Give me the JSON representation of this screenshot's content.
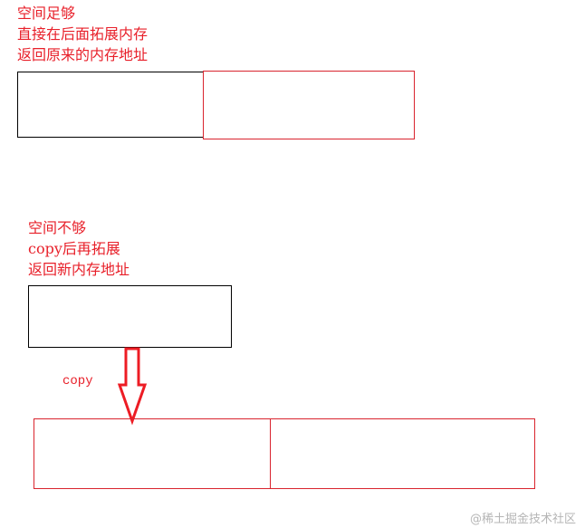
{
  "section_enough": {
    "lines": [
      "空间足够",
      "直接在后面拓展内存",
      "返回原来的内存地址"
    ]
  },
  "section_not_enough": {
    "lines": [
      "空间不够",
      "copy后再拓展",
      "返回新内存地址"
    ],
    "arrow_label": "copy"
  },
  "colors": {
    "annotation_red": "#e8202a",
    "box_red": "#d9242e",
    "arrow_red": "#ed1c24",
    "box_black": "#000000",
    "watermark_gray": "#b5b5b5"
  },
  "watermark": "@稀土掘金技术社区"
}
